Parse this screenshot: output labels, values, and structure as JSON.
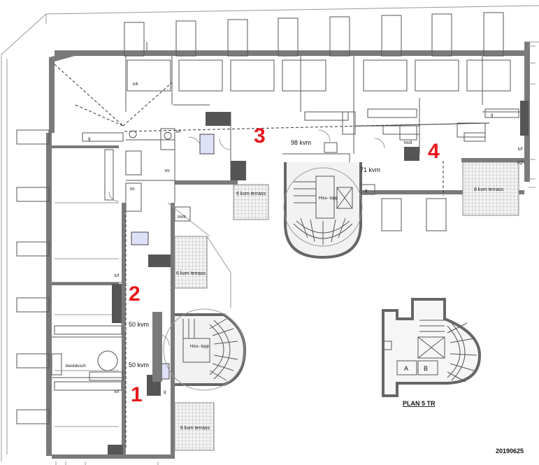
{
  "apartments": [
    {
      "number": "1",
      "area": "50 kvm"
    },
    {
      "number": "2",
      "area": "50 kvm"
    },
    {
      "number": "3",
      "area": "98 kvm"
    },
    {
      "number": "4",
      "area": "71 kvm"
    }
  ],
  "terraces": [
    "6 kvm terrass",
    "6 kvm terrass",
    "6 kvm terrass",
    "8 kvm terrass"
  ],
  "room_labels": {
    "kk": "k/k",
    "kf": "k/f",
    "tmlt": "tm/lt",
    "ugn": "ugn",
    "tm": "tm",
    "g": "g",
    "bed_dusch": "beckdusch",
    "elevator": "Hiss-\ntopp"
  },
  "stair_labels": [
    "A",
    "B"
  ],
  "plan_title": "PLAN 5 TR",
  "date": "20190625",
  "colors": {
    "apartment_number": "#e8161b",
    "wall": "#7a7a7a",
    "skylight": "#dde0f7"
  }
}
